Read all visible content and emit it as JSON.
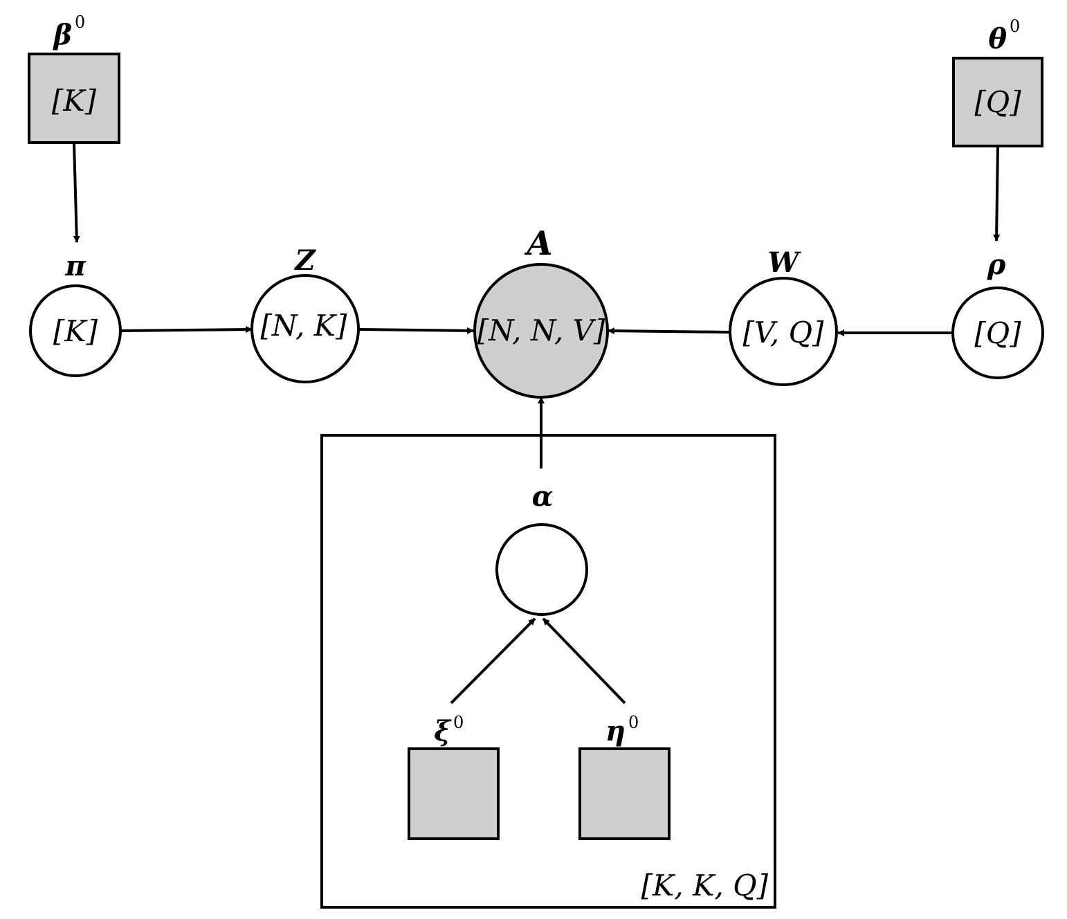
{
  "colors": {
    "observed_fill": "#d0cfcf",
    "latent_fill": "#ffffff",
    "stroke": "#000000"
  },
  "nodes": {
    "beta0": {
      "symbol": "β",
      "sup": "0",
      "dims": "[K]",
      "shape": "square",
      "observed": true
    },
    "theta0": {
      "symbol": "θ",
      "sup": "0",
      "dims": "[Q]",
      "shape": "square",
      "observed": true
    },
    "pi": {
      "symbol": "π",
      "dims": "[K]",
      "shape": "circle",
      "observed": false
    },
    "z": {
      "symbol": "Z",
      "dims": "[N, K]",
      "shape": "circle",
      "observed": false
    },
    "a": {
      "symbol": "A",
      "dims": "[N, N, V]",
      "shape": "circle",
      "observed": true
    },
    "w": {
      "symbol": "W",
      "dims": "[V, Q]",
      "shape": "circle",
      "observed": false
    },
    "rho": {
      "symbol": "ρ",
      "dims": "[Q]",
      "shape": "circle",
      "observed": false
    },
    "alpha": {
      "symbol": "α",
      "shape": "circle",
      "observed": false
    },
    "xi0": {
      "symbol": "ξ",
      "sup": "0",
      "shape": "square",
      "observed": true
    },
    "eta0": {
      "symbol": "η",
      "sup": "0",
      "shape": "square",
      "observed": true
    }
  },
  "plate": {
    "label": "[K, K, Q]"
  },
  "edges": [
    {
      "from": "beta0",
      "to": "pi"
    },
    {
      "from": "theta0",
      "to": "rho"
    },
    {
      "from": "pi",
      "to": "z"
    },
    {
      "from": "z",
      "to": "a"
    },
    {
      "from": "w",
      "to": "a"
    },
    {
      "from": "rho",
      "to": "w"
    },
    {
      "from": "alpha",
      "to": "a"
    },
    {
      "from": "xi0",
      "to": "alpha"
    },
    {
      "from": "eta0",
      "to": "alpha"
    }
  ]
}
